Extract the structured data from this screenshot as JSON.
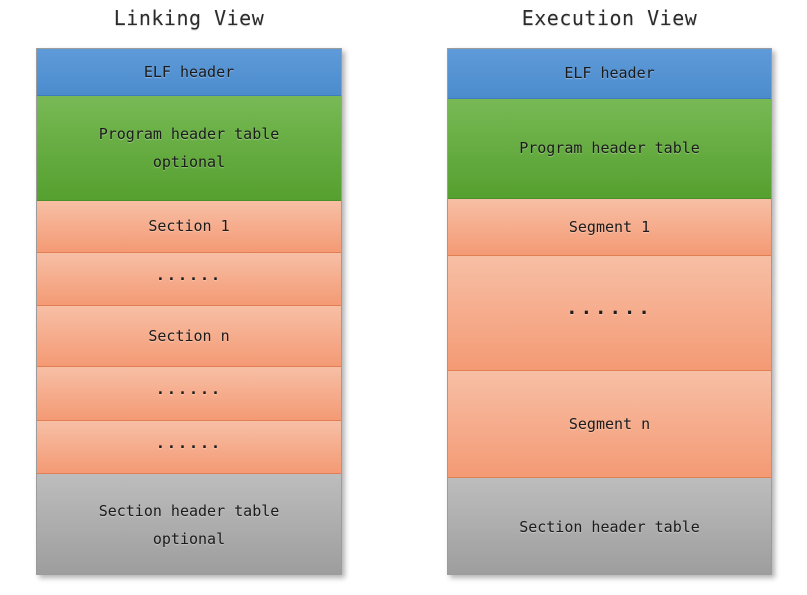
{
  "figure": {
    "columns": [
      {
        "id": "linking",
        "title": "Linking View",
        "blocks": [
          {
            "label": "ELF header",
            "sub": "",
            "color": "blue",
            "height": 47
          },
          {
            "label": "Program header table",
            "sub": "optional",
            "color": "green",
            "height": 105
          },
          {
            "label": "Section 1",
            "sub": "",
            "color": "salmon",
            "height": 52
          },
          {
            "label": "······",
            "sub": "",
            "color": "salmon",
            "height": 53
          },
          {
            "label": "Section n",
            "sub": "",
            "color": "salmon",
            "height": 61
          },
          {
            "label": "······",
            "sub": "",
            "color": "salmon",
            "height": 54
          },
          {
            "label": "······",
            "sub": "",
            "color": "salmon",
            "height": 53
          },
          {
            "label": "Section header table",
            "sub": "optional",
            "color": "gray",
            "height": 102
          }
        ]
      },
      {
        "id": "execution",
        "title": "Execution View",
        "blocks": [
          {
            "label": "ELF header",
            "sub": "",
            "color": "blue",
            "height": 50
          },
          {
            "label": "Program header table",
            "sub": "",
            "color": "green",
            "height": 100
          },
          {
            "label": "Segment 1",
            "sub": "",
            "color": "salmon",
            "height": 57
          },
          {
            "label": "······",
            "sub": "",
            "color": "salmon",
            "height": 115
          },
          {
            "label": "Segment n",
            "sub": "",
            "color": "salmon",
            "height": 107
          },
          {
            "label": "Section header table",
            "sub": "",
            "color": "gray",
            "height": 98
          }
        ]
      }
    ],
    "colors": {
      "blue": "#4b8ccd",
      "green": "#55a02f",
      "salmon": "#f49a74",
      "gray": "#9d9d9d",
      "background": "#ffffff",
      "text": "#1b1b1b"
    }
  }
}
